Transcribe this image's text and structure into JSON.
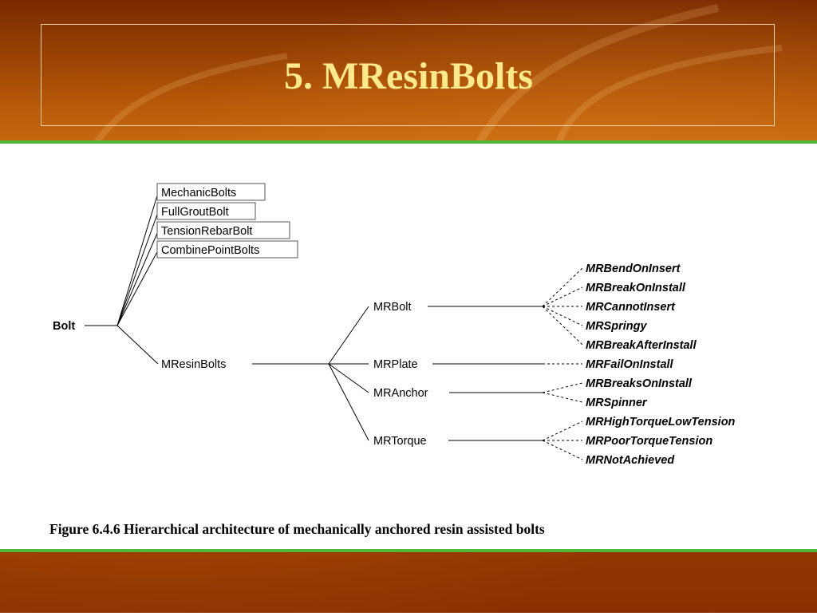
{
  "slide": {
    "title": "5.  MResinBolts",
    "colors": {
      "background": "#b85a08",
      "title_text": "#ffe98a",
      "accent_bar": "#4fb83a"
    }
  },
  "diagram": {
    "root": "Bolt",
    "boxed_children": [
      "MechanicBolts",
      "FullGroutBolt",
      "TensionRebarBolt",
      "CombinePointBolts"
    ],
    "branch": "MResinBolts",
    "sub_branches": [
      {
        "label": "MRBolt",
        "leaves": [
          "MRBendOnInsert",
          "MRBreakOnInstall",
          "MRCannotInsert",
          "MRSpringy",
          "MRBreakAfterInstall"
        ]
      },
      {
        "label": "MRPlate",
        "leaves": [
          "MRFailOnInstall"
        ]
      },
      {
        "label": "MRAnchor",
        "leaves": [
          "MRBreaksOnInstall",
          "MRSpinner"
        ]
      },
      {
        "label": "MRTorque",
        "leaves": [
          "MRHighTorqueLowTension",
          "MRPoorTorqueTension",
          "MRNotAchieved"
        ]
      }
    ],
    "caption": "Figure 6.4.6  Hierarchical architecture of mechanically anchored resin assisted bolts"
  }
}
